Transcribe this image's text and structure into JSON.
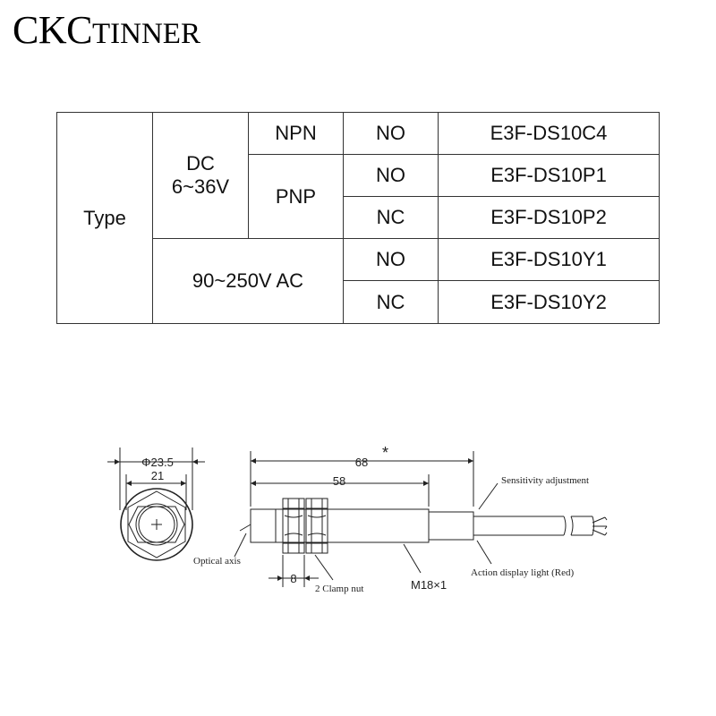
{
  "brand": {
    "main": "CKC",
    "sub": "TINNER"
  },
  "table": {
    "type_label": "Type",
    "dc_line1": "DC",
    "dc_line2": "6~36V",
    "npn": "NPN",
    "pnp": "PNP",
    "ac_label": "90~250V AC",
    "rows": [
      {
        "mode": "NO",
        "model": "E3F-DS10C4"
      },
      {
        "mode": "NO",
        "model": "E3F-DS10P1"
      },
      {
        "mode": "NC",
        "model": "E3F-DS10P2"
      },
      {
        "mode": "NO",
        "model": "E3F-DS10Y1"
      },
      {
        "mode": "NC",
        "model": "E3F-DS10Y2"
      }
    ]
  },
  "drawing": {
    "dim_outer_dia": "Φ23.5",
    "dim_inner": "21",
    "dim_total_length": "68",
    "dim_total_mark": "*",
    "dim_body_length": "58",
    "dim_nut_width": "8",
    "thread": "M18×1",
    "label_optical_axis": "Optical axis",
    "label_clamp_nut": "2 Clamp nut",
    "label_sensitivity": "Sensitivity adjustment",
    "label_action_light": "Action display light (Red)"
  }
}
